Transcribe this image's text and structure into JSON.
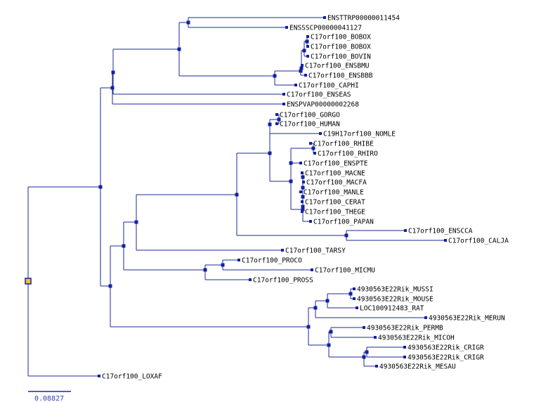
{
  "colors": {
    "branch": "#1a2a9a",
    "node": "#1520a0",
    "root_fill": "#f0c030",
    "root_stroke": "#1520a0",
    "label": "#000000"
  },
  "scale_bar": {
    "label": "0.08827"
  },
  "leaves": [
    "ENSTTRP00000011454",
    "ENSSSCP00000041127",
    "C17orf100_BOBOX",
    "C17orf100_BOBOX",
    "C17orf100_BOVIN",
    "C17orf100_ENSBMU",
    "C17orf100_ENSBBB",
    "C17orf100_CAPHI",
    "C17orf100_ENSEAS",
    "ENSPVAP00000002268",
    "C17orf100_GORGO",
    "C17orf100_HUMAN",
    "C19H17orf100_NOMLE",
    "C17orf100_RHIBE",
    "C17orf100_RHIRO",
    "C17orf100_ENSPTE",
    "C17orf100_MACNE",
    "C17orf100_MACFA",
    "C17orf100_MANLE",
    "C17orf100_CERAT",
    "C17orf100_THEGE",
    "C17orf100_PAPAN",
    "C17orf100_ENSCCA",
    "C17orf100_CALJA",
    "C17orf100_TARSY",
    "C17orf100_PROCO",
    "C17orf100_MICMU",
    "C17orf100_PROSS",
    "4930563E22Rik_MUSSI",
    "4930563E22Rik_MOUSE",
    "LOC100912483_RAT",
    "4930563E22Rik_MERUN",
    "4930563E22Rik_PERMB",
    "4930563E22Rik_MICOH",
    "4930563E22Rik_CRIGR",
    "4930563E22Rik_CRIGR",
    "4930563E22Rik_MESAU",
    "C17orf100_LOXAF"
  ]
}
